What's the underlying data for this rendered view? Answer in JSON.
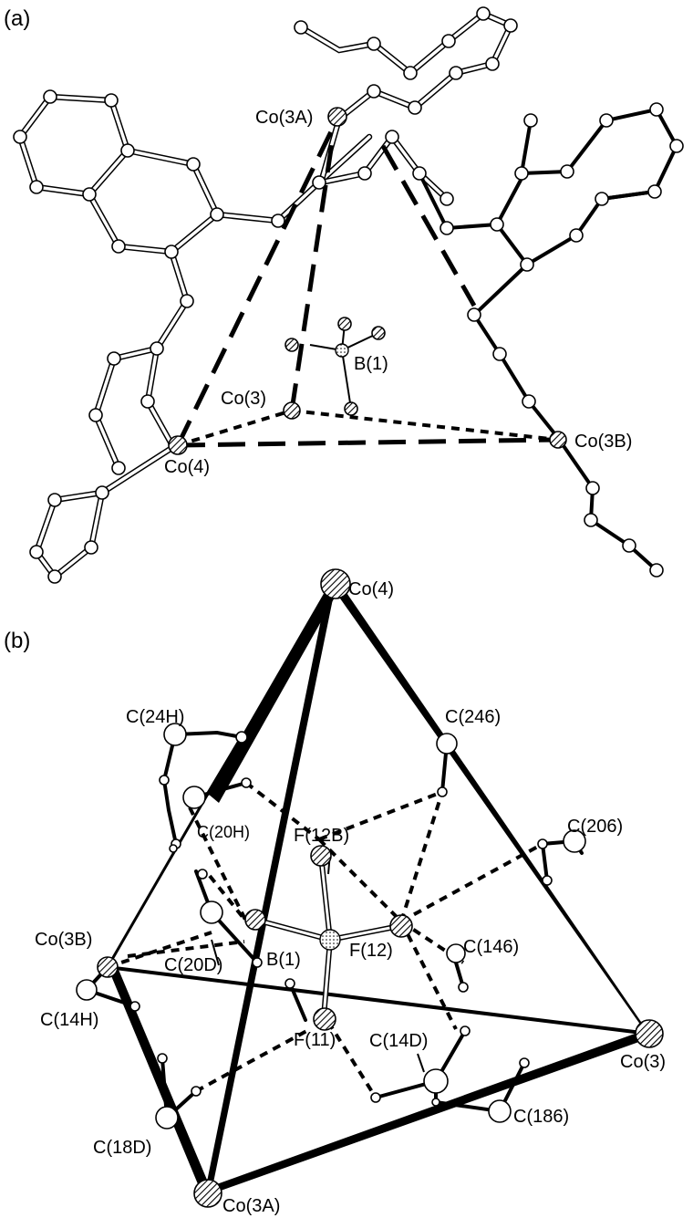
{
  "panels": {
    "a": {
      "label": "(a)",
      "atom_labels": {
        "co3a": "Co(3A)",
        "b1": "B(1)",
        "co3": "Co(3)",
        "co3b": "Co(3B)",
        "co4": "Co(4)"
      }
    },
    "b": {
      "label": "(b)",
      "atom_labels": {
        "co4": "Co(4)",
        "c24h": "C(24H)",
        "c246": "C(246)",
        "c20h": "C(20H)",
        "f12b": "F(12B)",
        "c206": "C(206)",
        "co3b": "Co(3B)",
        "b1": "B(1)",
        "f12": "F(12)",
        "c146": "C(146)",
        "c20d": "C(20D)",
        "c14h": "C(14H)",
        "f11": "F(11)",
        "c14d": "C(14D)",
        "co3": "Co(3)",
        "c186": "C(186)",
        "c18d": "C(18D)",
        "co3a": "Co(3A)"
      }
    }
  }
}
